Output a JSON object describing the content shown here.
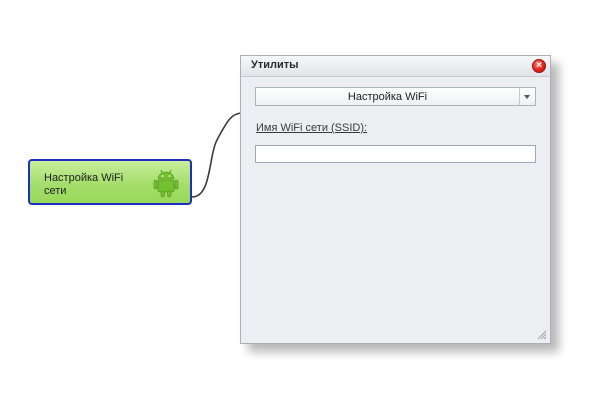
{
  "node": {
    "label": "Настройка WiFi сети",
    "icon": "android-icon"
  },
  "dialog": {
    "title": "Утилиты",
    "close_icon": "close-icon",
    "utility_select": {
      "value": "Настройка WiFi"
    },
    "ssid": {
      "label": "Имя WiFi сети (SSID):",
      "value": ""
    }
  },
  "colors": {
    "node_fill": "#a6de6c",
    "node_border": "#1e2fbf",
    "close_red": "#e0241b",
    "dialog_bg": "#eceef1"
  }
}
